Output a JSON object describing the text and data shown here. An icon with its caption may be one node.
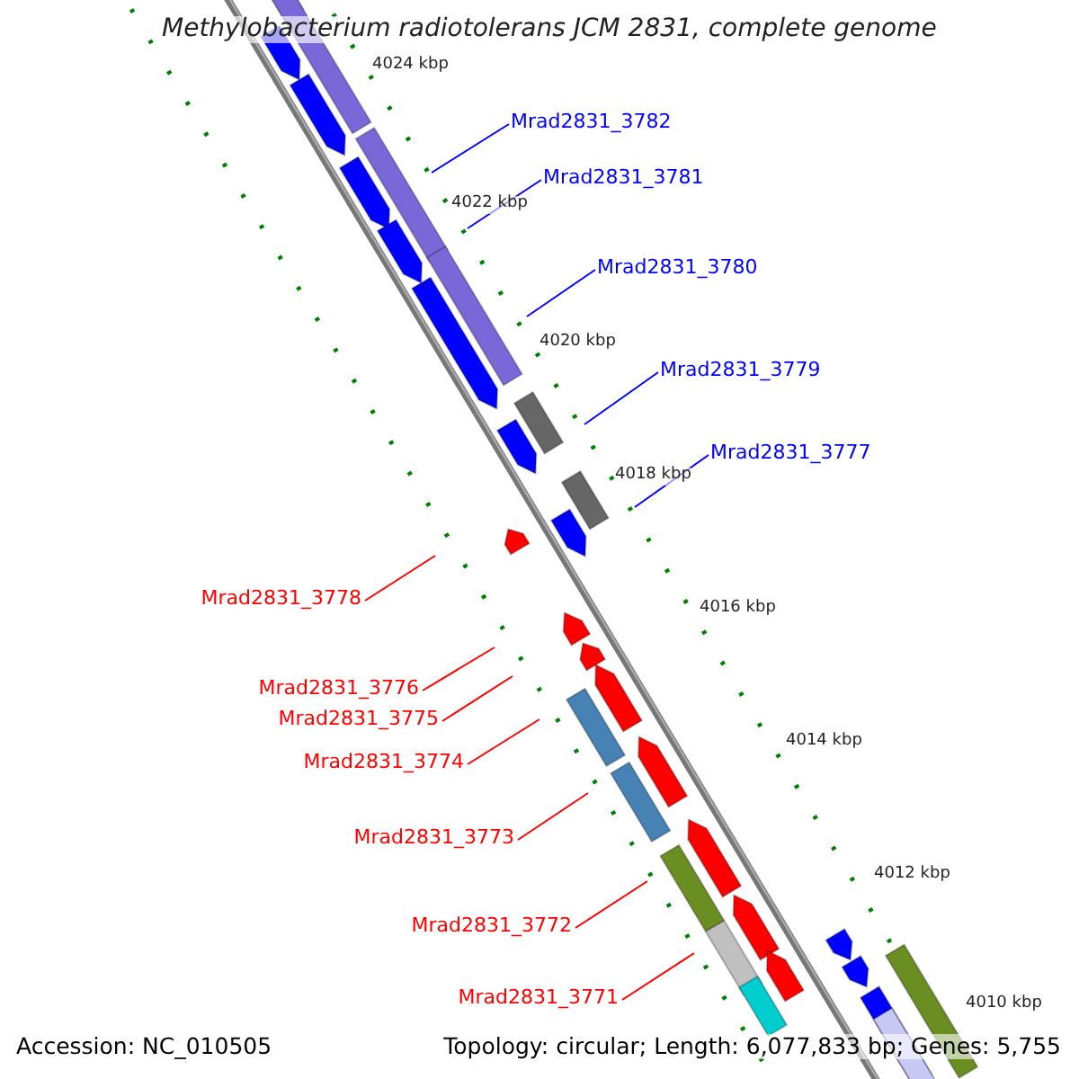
{
  "diagram": {
    "title": "Methylobacterium radiotolerans JCM 2831, complete genome",
    "nodes": [
      {
        "text": [
          "Mrad2831_3782"
        ]
      },
      {
        "text": [
          "Mrad2831_3781"
        ]
      },
      {
        "text": [
          "Mrad2831_3780"
        ]
      },
      {
        "text": [
          "Mrad2831_3779"
        ]
      },
      {
        "text": [
          "Mrad2831_3777"
        ]
      },
      {
        "text": [
          "Mrad2831_3778"
        ]
      },
      {
        "text": [
          "Mrad2831_3776"
        ]
      },
      {
        "text": [
          "Mrad2831_3775"
        ]
      },
      {
        "text": [
          "Mrad2831_3774"
        ]
      },
      {
        "text": [
          "Mrad2831_3773"
        ]
      },
      {
        "text": [
          "Mrad2831_3772"
        ]
      },
      {
        "text": [
          "Mrad2831_3771"
        ]
      }
    ],
    "edges": [
      {
        "from": 0,
        "to": null,
        "arrow": "none",
        "color": "#0000ff"
      },
      {
        "from": 1,
        "to": null,
        "arrow": "none",
        "color": "#0000ff"
      },
      {
        "from": 2,
        "to": null,
        "arrow": "none",
        "color": "#0000ff"
      },
      {
        "from": 3,
        "to": null,
        "arrow": "none",
        "color": "#0000ff"
      },
      {
        "from": 4,
        "to": null,
        "arrow": "none",
        "color": "#0000ff"
      },
      {
        "from": 5,
        "to": null,
        "arrow": "none"
      },
      {
        "from": 6,
        "to": null,
        "arrow": "none"
      },
      {
        "from": 7,
        "to": null,
        "arrow": "none"
      },
      {
        "from": 8,
        "to": null,
        "arrow": "none"
      },
      {
        "from": 9,
        "to": null,
        "arrow": "none"
      },
      {
        "from": 10,
        "to": null,
        "arrow": "none"
      },
      {
        "from": 11,
        "to": null,
        "arrow": "none"
      }
    ],
    "labels": [
      "4024 kbp",
      "4022 kbp",
      "4020 kbp",
      "4018 kbp",
      "4016 kbp",
      "4014 kbp",
      "4012 kbp",
      "4010 kbp",
      "Accession: NC_010505",
      "Topology: circular; Length: 6,077,833 bp; Genes: 5,755"
    ]
  }
}
